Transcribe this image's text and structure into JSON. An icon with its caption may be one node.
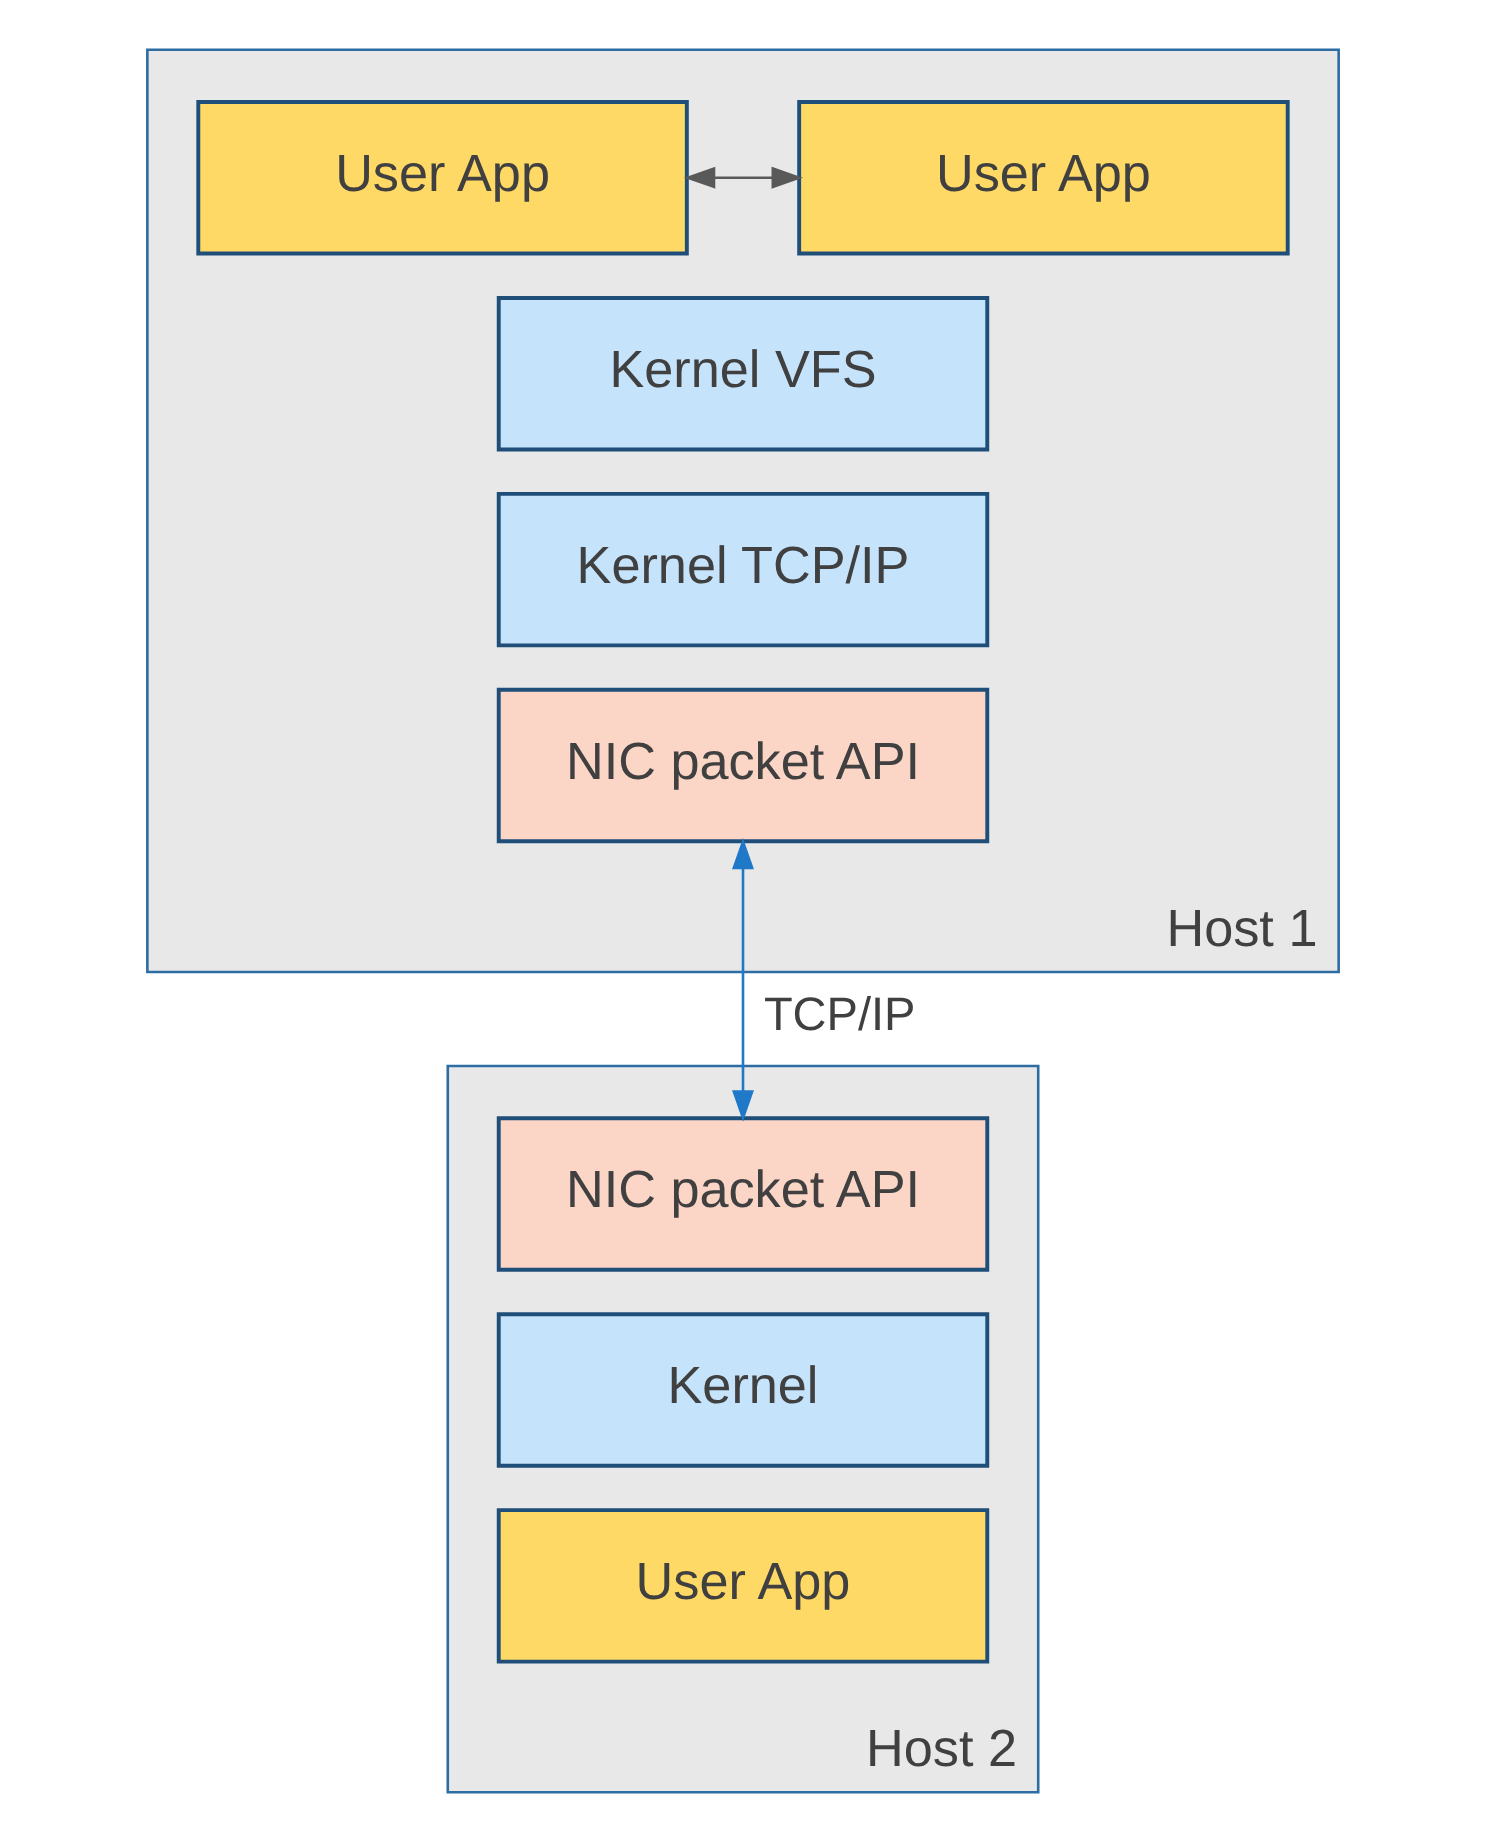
{
  "diagram": {
    "nodes": [
      {
        "text": [
          "Host 1"
        ]
      },
      {
        "text": [
          "User App"
        ],
        "in": 0
      },
      {
        "text": [
          "User App"
        ],
        "in": 0
      },
      {
        "text": [
          "Kernel VFS"
        ],
        "in": 0
      },
      {
        "text": [
          "Kernel TCP/IP"
        ],
        "in": 0
      },
      {
        "text": [
          "NIC packet API"
        ],
        "in": 0
      },
      {
        "text": [
          "Host 2"
        ]
      },
      {
        "text": [
          "NIC packet API"
        ],
        "in": 6
      },
      {
        "text": [
          "Kernel"
        ],
        "in": 6
      },
      {
        "text": [
          "User App"
        ],
        "in": 6
      }
    ],
    "edges": [
      {
        "from": 1,
        "to": 2,
        "arrow": "both",
        "color": "#595959"
      },
      {
        "from": 5,
        "to": 7,
        "arrow": "both",
        "label": "TCP/IP",
        "color": "#1f78c8"
      }
    ]
  }
}
